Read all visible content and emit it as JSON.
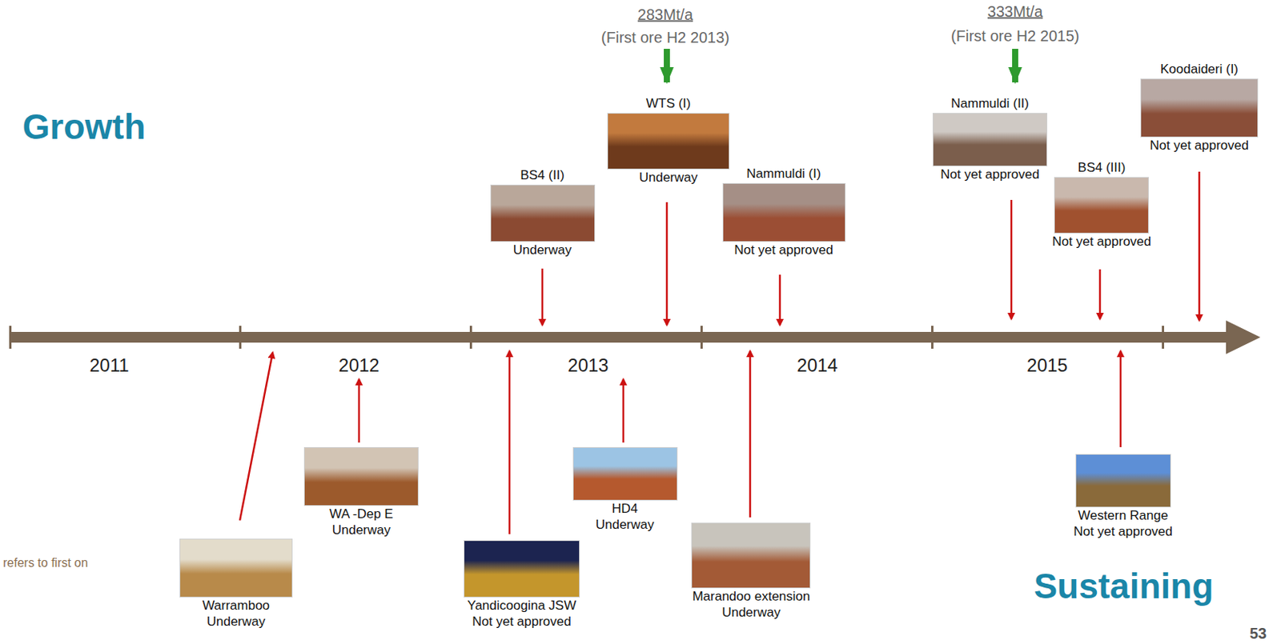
{
  "diagram": {
    "nodes": [
      {
        "text": [
          "BS4 (II)",
          "Underway"
        ]
      },
      {
        "text": [
          "WTS (I)",
          "Underway"
        ]
      },
      {
        "text": [
          "Nammuldi (I)",
          "Not yet approved"
        ]
      },
      {
        "text": [
          "Nammuldi (II)",
          "Not yet approved"
        ]
      },
      {
        "text": [
          "BS4 (III)",
          "Not yet approved"
        ]
      },
      {
        "text": [
          "Koodaideri (I)",
          "Not yet approved"
        ]
      },
      {
        "text": [
          "Warramboo",
          "Underway"
        ]
      },
      {
        "text": [
          "WA -Dep E",
          "Underway"
        ]
      },
      {
        "text": [
          "Yandicoogina JSW",
          "Not yet approved"
        ]
      },
      {
        "text": [
          "HD4",
          "Underway"
        ]
      },
      {
        "text": [
          "Marandoo extension",
          "Underway"
        ]
      },
      {
        "text": [
          "Western Range",
          "Not yet approved"
        ]
      }
    ],
    "labels": [
      "Growth",
      "283Mt/a",
      "(First ore H2 2013)",
      "333Mt/a",
      "(First ore H2 2015)",
      "2011",
      "2012",
      "2013",
      "2014",
      "2015",
      "refers to first on",
      "Sustaining",
      "53"
    ]
  }
}
